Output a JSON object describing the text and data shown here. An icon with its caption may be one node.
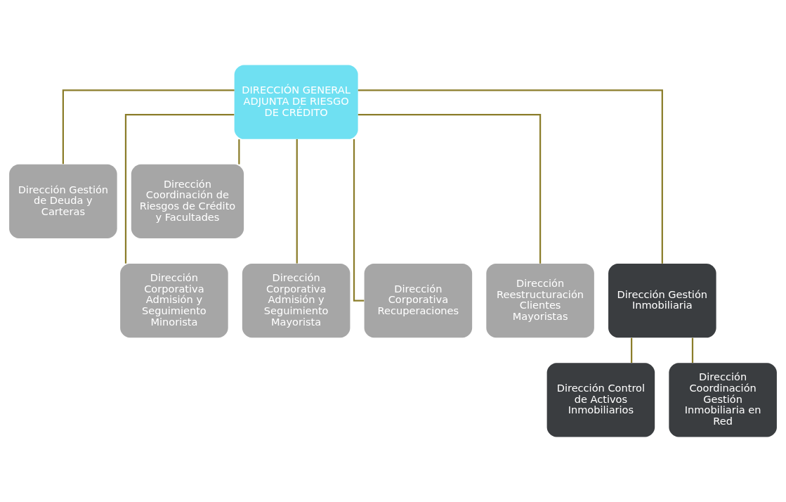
{
  "diagram": {
    "nodes": [
      {
        "text": [
          "DIRECCIÓN GENERAL ADJUNTA DE RIESGO DE CRÉDITO"
        ]
      },
      {
        "text": [
          "Dirección Gestión de Deuda y Carteras"
        ]
      },
      {
        "text": [
          "Dirección Coordinación de Riesgos de Crédito y Facultades"
        ]
      },
      {
        "text": [
          "Dirección Corporativa Admisión y Seguimiento Minorista"
        ]
      },
      {
        "text": [
          "Dirección Corporativa Admisión y Seguimiento Mayorista"
        ]
      },
      {
        "text": [
          "Dirección Corporativa Recuperaciones"
        ]
      },
      {
        "text": [
          "Dirección Reestructuración Clientes Mayoristas"
        ]
      },
      {
        "text": [
          "Dirección Gestión Inmobiliaria"
        ]
      },
      {
        "text": [
          "Dirección Control de Activos Inmobiliarios"
        ]
      },
      {
        "text": [
          "Dirección Coordinación Gestión Inmobiliaria en Red"
        ]
      }
    ],
    "edges": [
      {
        "from": 0,
        "to": 1,
        "arrow": "none"
      },
      {
        "from": 0,
        "to": 2,
        "arrow": "none"
      },
      {
        "from": 0,
        "to": 3,
        "arrow": "none"
      },
      {
        "from": 0,
        "to": 4,
        "arrow": "none"
      },
      {
        "from": 0,
        "to": 5,
        "arrow": "none"
      },
      {
        "from": 0,
        "to": 6,
        "arrow": "none"
      },
      {
        "from": 0,
        "to": 7,
        "arrow": "none"
      },
      {
        "from": 7,
        "to": 8,
        "arrow": "none"
      },
      {
        "from": 7,
        "to": 9,
        "arrow": "none"
      }
    ]
  }
}
